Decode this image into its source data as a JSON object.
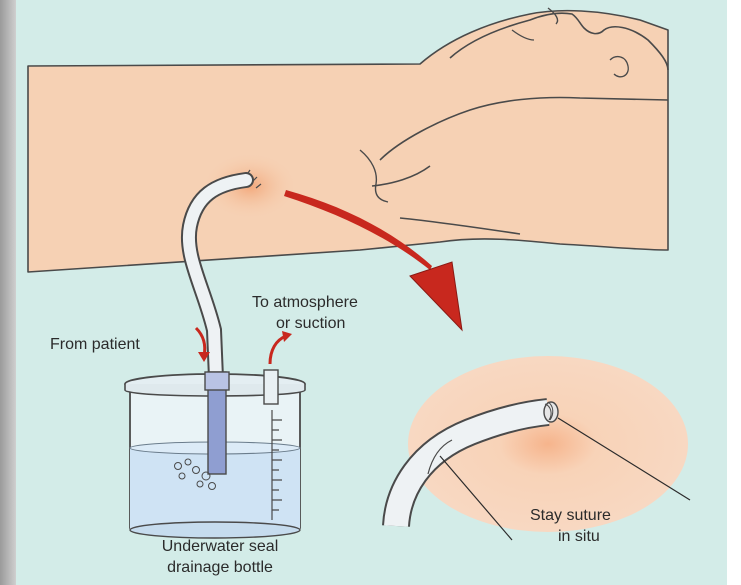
{
  "labels": {
    "atmosphere_line1": "To atmosphere",
    "atmosphere_line2": "or suction",
    "from_patient": "From patient",
    "bottle_line1": "Underwater seal",
    "bottle_line2": "drainage bottle",
    "suture_line1": "Stay suture",
    "suture_line2": "in situ"
  },
  "colors": {
    "background": "#d3ece8",
    "skin": "#f6d1b4",
    "outline": "#4a4a4a",
    "arrow": "#c8281e",
    "water": "#cfe3f4",
    "tube_blue": "#8f9ed1"
  }
}
